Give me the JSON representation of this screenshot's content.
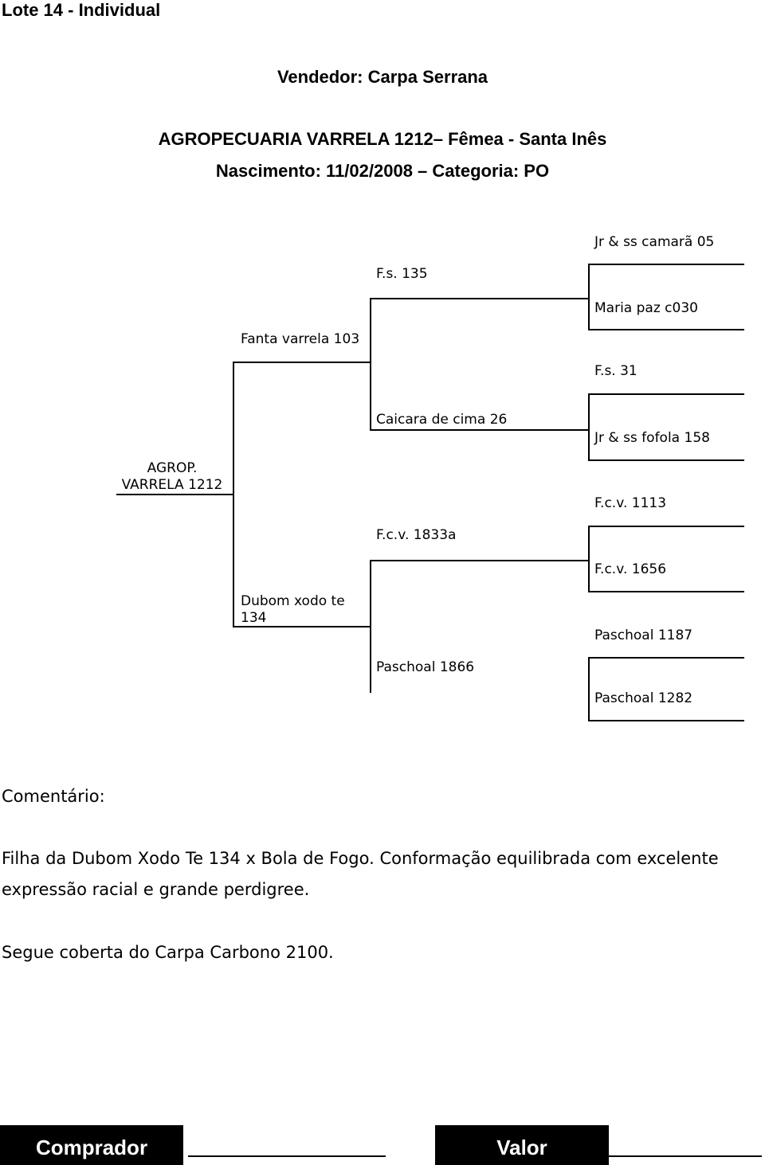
{
  "lot_title": "Lote 14 - Individual",
  "vendor": "Vendedor: Carpa Serrana",
  "animal_line": "AGROPECUARIA VARRELA 1212– Fêmea - Santa Inês",
  "birth_line": "Nascimento: 11/02/2008 – Categoria: PO",
  "pedigree": {
    "self": "AGROP. VARRELA 1212",
    "sire": "Fanta varrela 103",
    "dam": "Dubom xodo te 134",
    "sire_sire": "F.s. 135",
    "sire_dam": "Caicara de cima 26",
    "dam_sire": "F.c.v. 1833a",
    "dam_dam": "Paschoal 1866",
    "ggp": [
      "Jr & ss camarã 05",
      "Maria paz c030",
      "F.s. 31",
      "Jr & ss fofola 158",
      "F.c.v. 1113",
      "F.c.v. 1656",
      "Paschoal 1187",
      "Paschoal 1282"
    ]
  },
  "comment": {
    "label": "Comentário:",
    "text": "Filha da Dubom Xodo Te 134 x Bola de Fogo. Conformação equilibrada com excelente expressão racial e grande perdigree.",
    "note": "Segue coberta do Carpa Carbono 2100."
  },
  "footer": {
    "buyer_label": "Comprador",
    "value_label": "Valor"
  }
}
